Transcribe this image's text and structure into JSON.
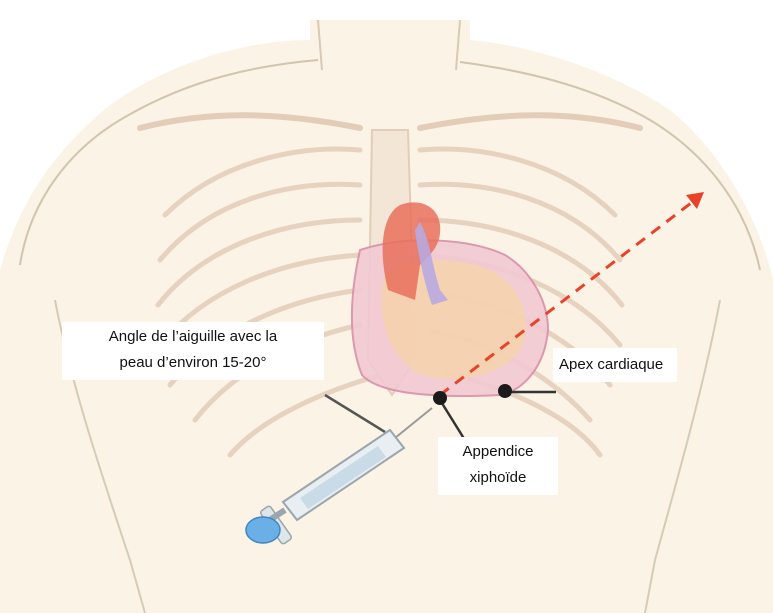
{
  "labels": {
    "angle_line1": "Angle de l’aiguille avec la",
    "angle_line2": "peau d’environ 15-20°",
    "apex": "Apex cardiaque",
    "xiphoid_line1": "Appendice",
    "xiphoid_line2": "xiphoïde"
  },
  "colors": {
    "skin": "#fbf3e6",
    "outline": "#d2c4ad",
    "rib": "#e3cdb8",
    "heart_fill": "#f0b8c4",
    "aorta": "#e8705c",
    "vena": "#b9a8e0",
    "arrow": "#e8432a",
    "syringe_plunger": "#6ab0e6"
  },
  "icons": [
    "heart-icon",
    "syringe-icon",
    "needle-direction-arrow-icon"
  ]
}
